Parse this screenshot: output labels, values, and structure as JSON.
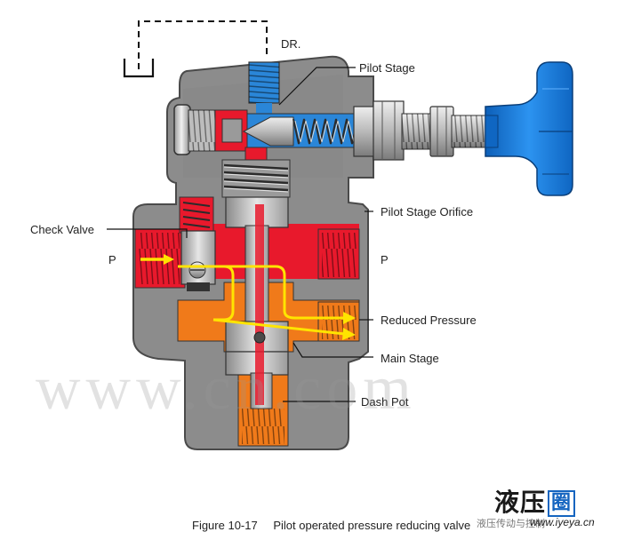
{
  "labels": {
    "drain": "DR.",
    "pilot_stage": "Pilot Stage",
    "pilot_stage_orifice": "Pilot Stage Orifice",
    "check_valve": "Check Valve",
    "port_p_left": "P",
    "port_p_right": "P",
    "reduced_pressure": "Reduced Pressure",
    "main_stage": "Main Stage",
    "dash_pot": "Dash Pot"
  },
  "watermark": "www.cn.com",
  "caption": {
    "figure_number": "Figure 10-17",
    "title": "Pilot operated pressure reducing valve"
  },
  "logo": {
    "main": "液压",
    "boxed": "圈",
    "subtitle": "液压传动与控制",
    "url": "www.iyeya.cn"
  },
  "colors": {
    "body_gray": "#8a8a8a",
    "body_dark": "#5e5e5e",
    "inlet_red": "#e8192c",
    "reduced_orange": "#f07a1a",
    "pilot_blue": "#2a86d8",
    "knob_blue": "#1e7fe0",
    "flow_arrow_yellow": "#ffe400",
    "leader_line": "#111111"
  }
}
